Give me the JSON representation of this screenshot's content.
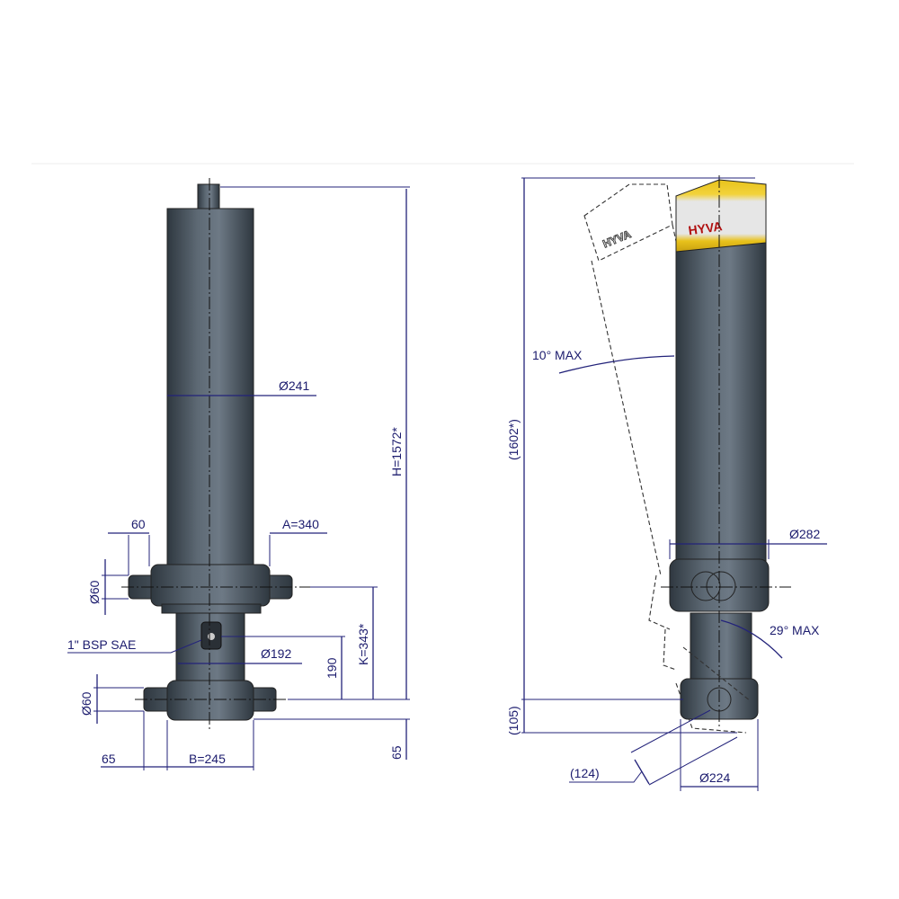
{
  "left_view": {
    "tube_diameter": "Ø241",
    "pin_length": "60",
    "A": "A=340",
    "upper_pin_diameter": "Ø60",
    "port": "1\" BSP SAE",
    "stage_diameter": "Ø192",
    "port_height": "190",
    "K": "K=343*",
    "H": "H=1572*",
    "lower_pin_diameter": "Ø60",
    "bottom_offset": "65",
    "pin_offset": "65",
    "B": "B=245"
  },
  "right_view": {
    "tilt": "10° MAX",
    "height": "(1602*)",
    "collar_diameter": "Ø282",
    "swing": "29° MAX",
    "bottom_height": "(105)",
    "swing_radius": "(124)",
    "eye_diameter": "Ø224",
    "logo": "HYVA"
  },
  "colors": {
    "dimension": "#23237a",
    "body": "#4b5661",
    "cap": "#e8c21c"
  }
}
